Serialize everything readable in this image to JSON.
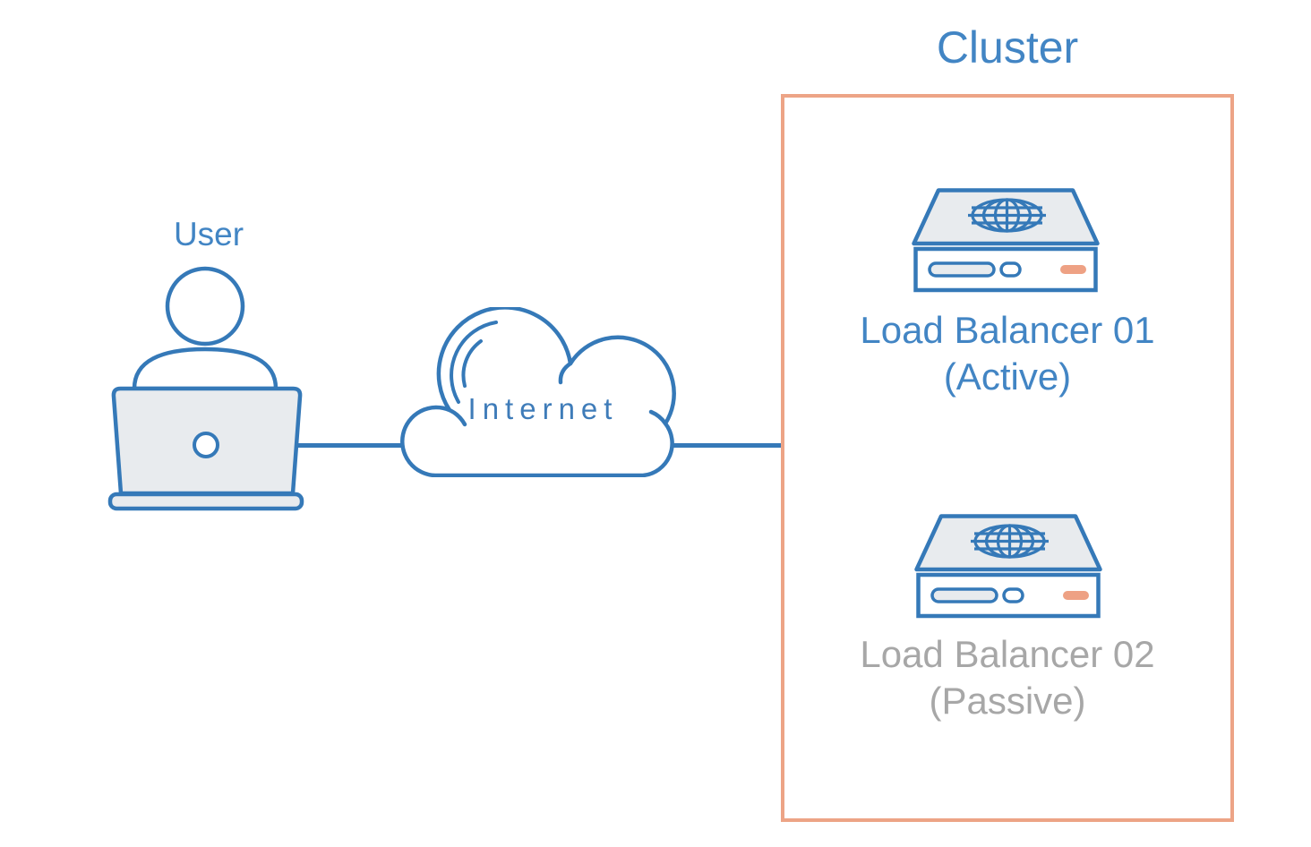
{
  "title": "Cluster",
  "nodes": {
    "user": {
      "label": "User",
      "icon": "person-at-laptop-icon"
    },
    "internet": {
      "label": "Internet",
      "icon": "cloud-icon"
    },
    "lb1": {
      "name": "Load Balancer 01",
      "state": "(Active)",
      "icon": "server-globe-icon"
    },
    "lb2": {
      "name": "Load Balancer 02",
      "state": "(Passive)",
      "icon": "server-globe-icon"
    }
  },
  "connections": [
    {
      "from": "user",
      "to": "internet"
    },
    {
      "from": "internet",
      "to": "cluster"
    }
  ],
  "colors": {
    "line_blue": "#3579b8",
    "text_blue": "#4285c4",
    "cluster_border_salmon": "#eda486",
    "accent_salmon": "#eea184",
    "icon_fill_gray": "#e8ebee",
    "passive_text_gray": "#a7a7a7",
    "background": "#ffffff"
  }
}
